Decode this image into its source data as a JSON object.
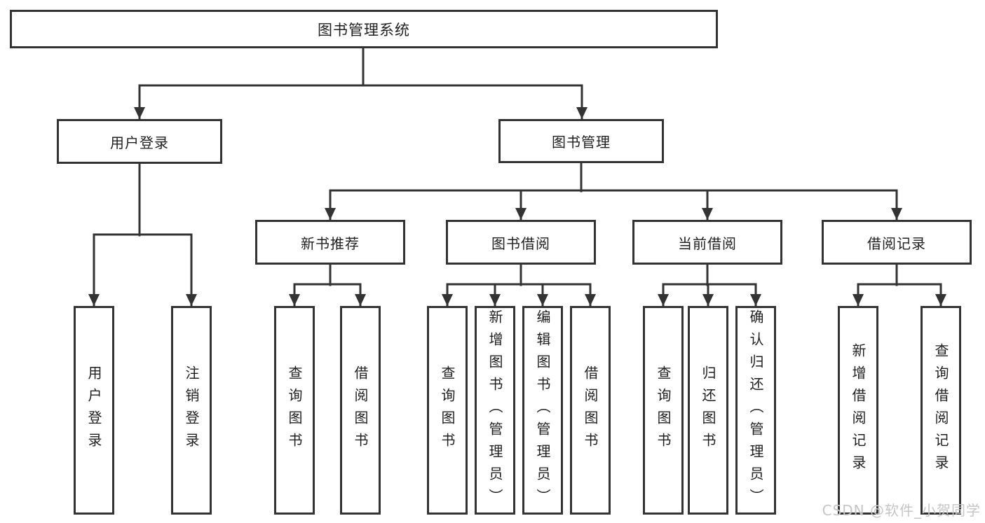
{
  "title": "图书管理系统",
  "level2": {
    "user_login": "用户登录",
    "book_mgmt": "图书管理"
  },
  "level3": {
    "new_books": "新书推荐",
    "book_borrow": "图书借阅",
    "current_borrow": "当前借阅",
    "borrow_records": "借阅记录"
  },
  "leaves": {
    "login": [
      "用户登录",
      "注销登录"
    ],
    "new_books": [
      "查询图书",
      "借阅图书"
    ],
    "book_borrow": [
      "查询图书",
      "新增图书（管理员）",
      "编辑图书（管理员）",
      "借阅图书"
    ],
    "current_borrow": [
      "查询图书",
      "归还图书",
      "确认归还（管理员）"
    ],
    "borrow_records": [
      "新增借阅记录",
      "查询借阅记录"
    ]
  },
  "watermark": "CSDN @软件_小贺同学",
  "colors": {
    "line": "#333333",
    "text": "#1f1f1f",
    "watermark": "#c5c5c5",
    "background": "#ffffff"
  }
}
